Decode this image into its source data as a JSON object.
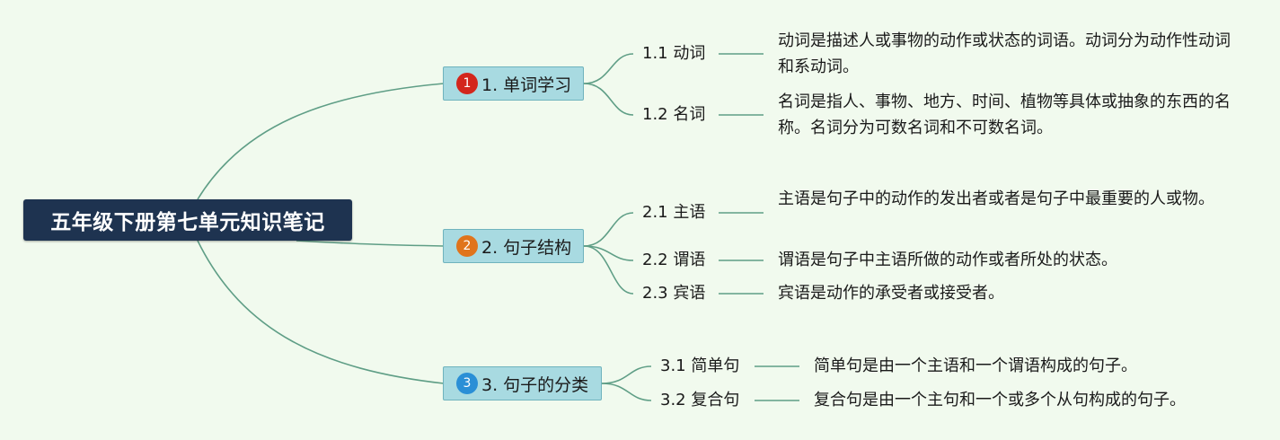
{
  "root": {
    "title": "五年级下册第七单元知识笔记"
  },
  "colors": {
    "background": "#f1faee",
    "root": "#1e3350",
    "branch": "#a8dae1",
    "line": "#5f9e86"
  },
  "branches": [
    {
      "label": "1. 单词学习",
      "badge": "1",
      "badge_color": "#d3261c",
      "subs": [
        {
          "label": "1.1 动词",
          "desc": "动词是描述人或事物的动作或状态的词语。动词分为动作性动词和系动词。"
        },
        {
          "label": "1.2 名词",
          "desc": "名词是指人、事物、地方、时间、植物等具体或抽象的东西的名称。名词分为可数名词和不可数名词。"
        }
      ]
    },
    {
      "label": "2. 句子结构",
      "badge": "2",
      "badge_color": "#e0741c",
      "subs": [
        {
          "label": "2.1 主语",
          "desc": "主语是句子中的动作的发出者或者是句子中最重要的人或物。"
        },
        {
          "label": "2.2 谓语",
          "desc": "谓语是句子中主语所做的动作或者所处的状态。"
        },
        {
          "label": "2.3 宾语",
          "desc": "宾语是动作的承受者或接受者。"
        }
      ]
    },
    {
      "label": "3. 句子的分类",
      "badge": "3",
      "badge_color": "#2a8fd6",
      "subs": [
        {
          "label": "3.1 简单句",
          "desc": "简单句是由一个主语和一个谓语构成的句子。"
        },
        {
          "label": "3.2 复合句",
          "desc": "复合句是由一个主句和一个或多个从句构成的句子。"
        }
      ]
    }
  ]
}
